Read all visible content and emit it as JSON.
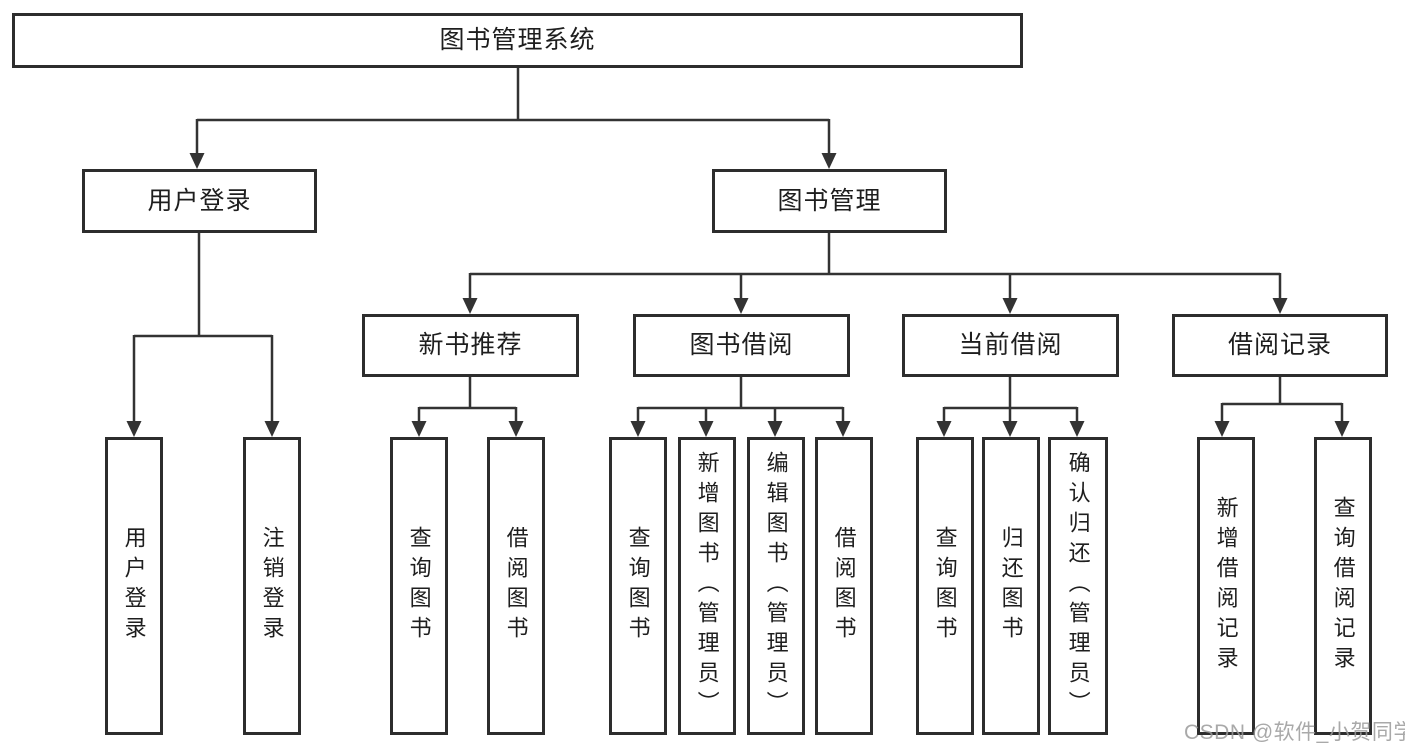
{
  "diagram": {
    "title": "图书管理系统",
    "type": "hierarchy-tree",
    "nodes": {
      "root": {
        "label": "图书管理系统"
      },
      "user_login": {
        "label": "用户登录"
      },
      "book_mgmt": {
        "label": "图书管理"
      },
      "new_book_rec": {
        "label": "新书推荐"
      },
      "book_borrow": {
        "label": "图书借阅"
      },
      "current_borrow": {
        "label": "当前借阅"
      },
      "borrow_records": {
        "label": "借阅记录"
      },
      "leaf_user_login": {
        "label": "用户登录"
      },
      "leaf_logout": {
        "label": "注销登录"
      },
      "leaf_query_book_rec": {
        "label": "查询图书"
      },
      "leaf_borrow_book_rec": {
        "label": "借阅图书"
      },
      "leaf_query_book_borrow": {
        "label": "查询图书"
      },
      "leaf_add_book_admin": {
        "label": "新增图书（管理员）"
      },
      "leaf_edit_book_admin": {
        "label": "编辑图书（管理员）"
      },
      "leaf_borrow_book_borrow": {
        "label": "借阅图书"
      },
      "leaf_query_book_current": {
        "label": "查询图书"
      },
      "leaf_return_book": {
        "label": "归还图书"
      },
      "leaf_confirm_return_admin": {
        "label": "确认归还（管理员）"
      },
      "leaf_add_borrow_record": {
        "label": "新增借阅记录"
      },
      "leaf_query_borrow_record": {
        "label": "查询借阅记录"
      }
    },
    "hierarchy": {
      "图书管理系统": {
        "用户登录": [
          "用户登录",
          "注销登录"
        ],
        "图书管理": {
          "新书推荐": [
            "查询图书",
            "借阅图书"
          ],
          "图书借阅": [
            "查询图书",
            "新增图书（管理员）",
            "编辑图书（管理员）",
            "借阅图书"
          ],
          "当前借阅": [
            "查询图书",
            "归还图书",
            "确认归还（管理员）"
          ],
          "借阅记录": [
            "新增借阅记录",
            "查询借阅记录"
          ]
        }
      }
    }
  },
  "watermark": {
    "text": "CSDN @软件_小贺同学"
  },
  "colors": {
    "background": "#ffffff",
    "line": "#333333",
    "border": "#2d2d2d",
    "text": "#1e1e1e",
    "watermark": "#9b9b9b"
  }
}
